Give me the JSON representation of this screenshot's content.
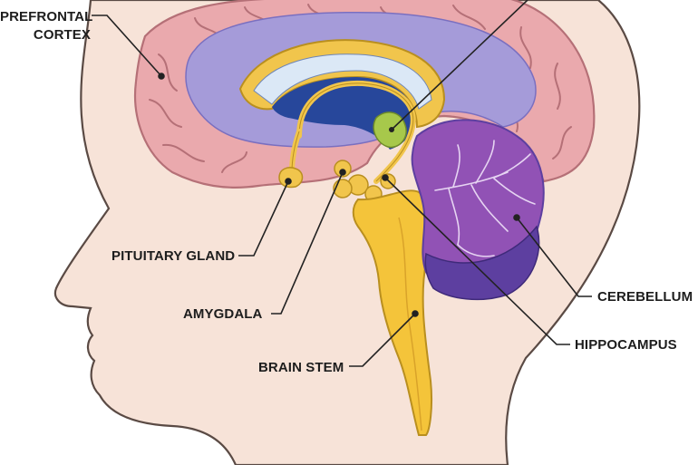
{
  "labels": {
    "prefrontal_line1": "PREFRONTAL",
    "prefrontal_line2": "CORTEX",
    "pituitary": "PITUITARY GLAND",
    "amygdala": "AMYGDALA",
    "brain_stem": "BRAIN STEM",
    "cerebellum": "CEREBELLUM",
    "hippocampus": "HIPPOCAMPUS"
  },
  "colors": {
    "skin": "#f7e3d8",
    "skin_outline": "#5a4a44",
    "cortex": "#eaa9ad",
    "cortex_outline": "#b57077",
    "ventricle_lavender": "#a59bd9",
    "deep_blue": "#27479b",
    "corpus_callosum": "#f1c54c",
    "brain_stem": "#f4c43a",
    "cerebellum_purple": "#9152b5",
    "cerebellum_dark": "#5d3fa0",
    "hippocampus_green": "#a7c84b",
    "leader_line": "#222222"
  },
  "icons": {
    "cerebellum_texture": "branching-arbor-vitae",
    "cortex_texture": "gyri-folds"
  }
}
